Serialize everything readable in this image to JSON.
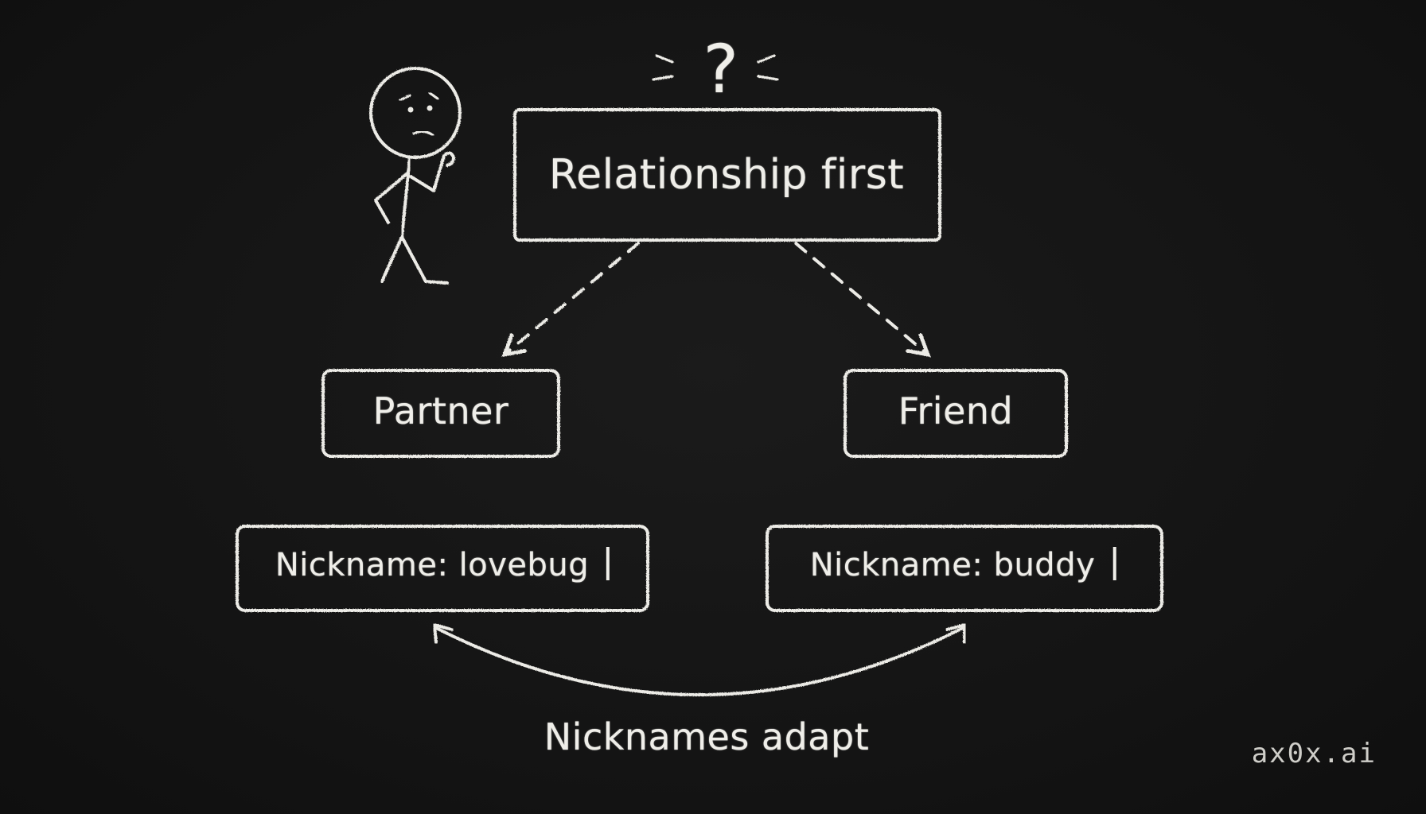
{
  "diagram": {
    "root": {
      "label": "Relationship first"
    },
    "nodes": [
      {
        "label": "Partner",
        "nickname": "Nickname: lovebug"
      },
      {
        "label": "Friend",
        "nickname": "Nickname: buddy"
      }
    ],
    "caption": "Nicknames adapt",
    "question_mark": "?"
  },
  "brand": "ax0x.ai",
  "colors": {
    "background": "#141414",
    "chalk": "#ecebe6"
  }
}
